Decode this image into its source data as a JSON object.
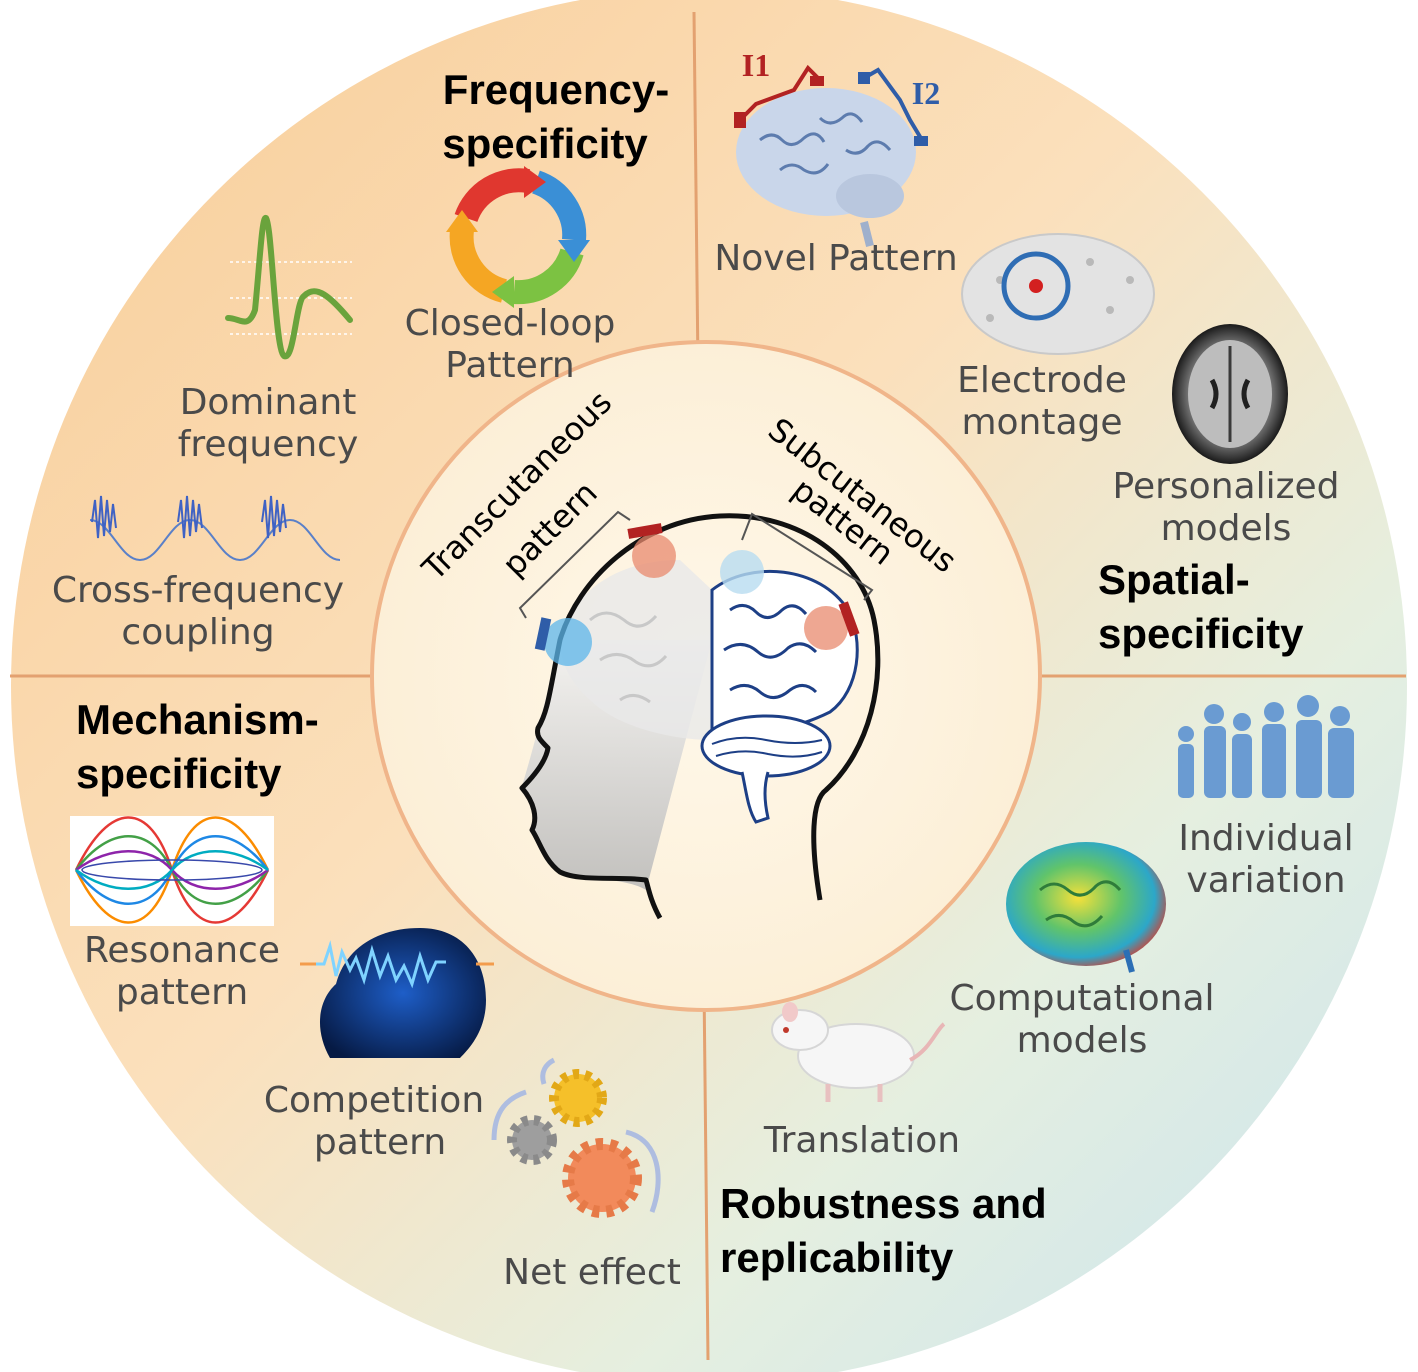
{
  "quadrants": {
    "frequency": {
      "title_line1": "Frequency-",
      "title_line2": "specificity"
    },
    "spatial": {
      "title_line1": "Spatial-",
      "title_line2": "specificity"
    },
    "mechanism": {
      "title_line1": "Mechanism-",
      "title_line2": "specificity"
    },
    "robustness": {
      "title_line1": "Robustness and",
      "title_line2": "replicability"
    }
  },
  "items": {
    "closed_loop": {
      "line1": "Closed-loop",
      "line2": "Pattern"
    },
    "dominant_frequency": {
      "line1": "Dominant",
      "line2": "frequency"
    },
    "cross_frequency": {
      "line1": "Cross-frequency",
      "line2": "coupling"
    },
    "novel_pattern": {
      "line1": "Novel Pattern"
    },
    "electrode_montage": {
      "line1": "Electrode",
      "line2": "montage"
    },
    "personalized_models": {
      "line1": "Personalized",
      "line2": "models"
    },
    "resonance_pattern": {
      "line1": "Resonance",
      "line2": "pattern"
    },
    "competition_pattern": {
      "line1": "Competition",
      "line2": "pattern"
    },
    "net_effect": {
      "line1": "Net effect"
    },
    "individual_variation": {
      "line1": "Individual",
      "line2": "variation"
    },
    "computational_models": {
      "line1": "Computational",
      "line2": "models"
    },
    "translation": {
      "line1": "Translation"
    }
  },
  "electrodes": {
    "i1": "I1",
    "i2": "I2"
  },
  "center": {
    "transcutaneous": {
      "line1": "Transcutaneous",
      "line2": "pattern"
    },
    "subcutaneous": {
      "line1": "Subcutaneous",
      "line2": "pattern"
    }
  },
  "colors": {
    "orange_bg": "#f9d5a6",
    "teal_bg": "#dbeee8",
    "divider": "#e8a873",
    "inner_circle": "#fdf3df",
    "electrode_red": "#b22222",
    "electrode_blue": "#2f5da8"
  }
}
